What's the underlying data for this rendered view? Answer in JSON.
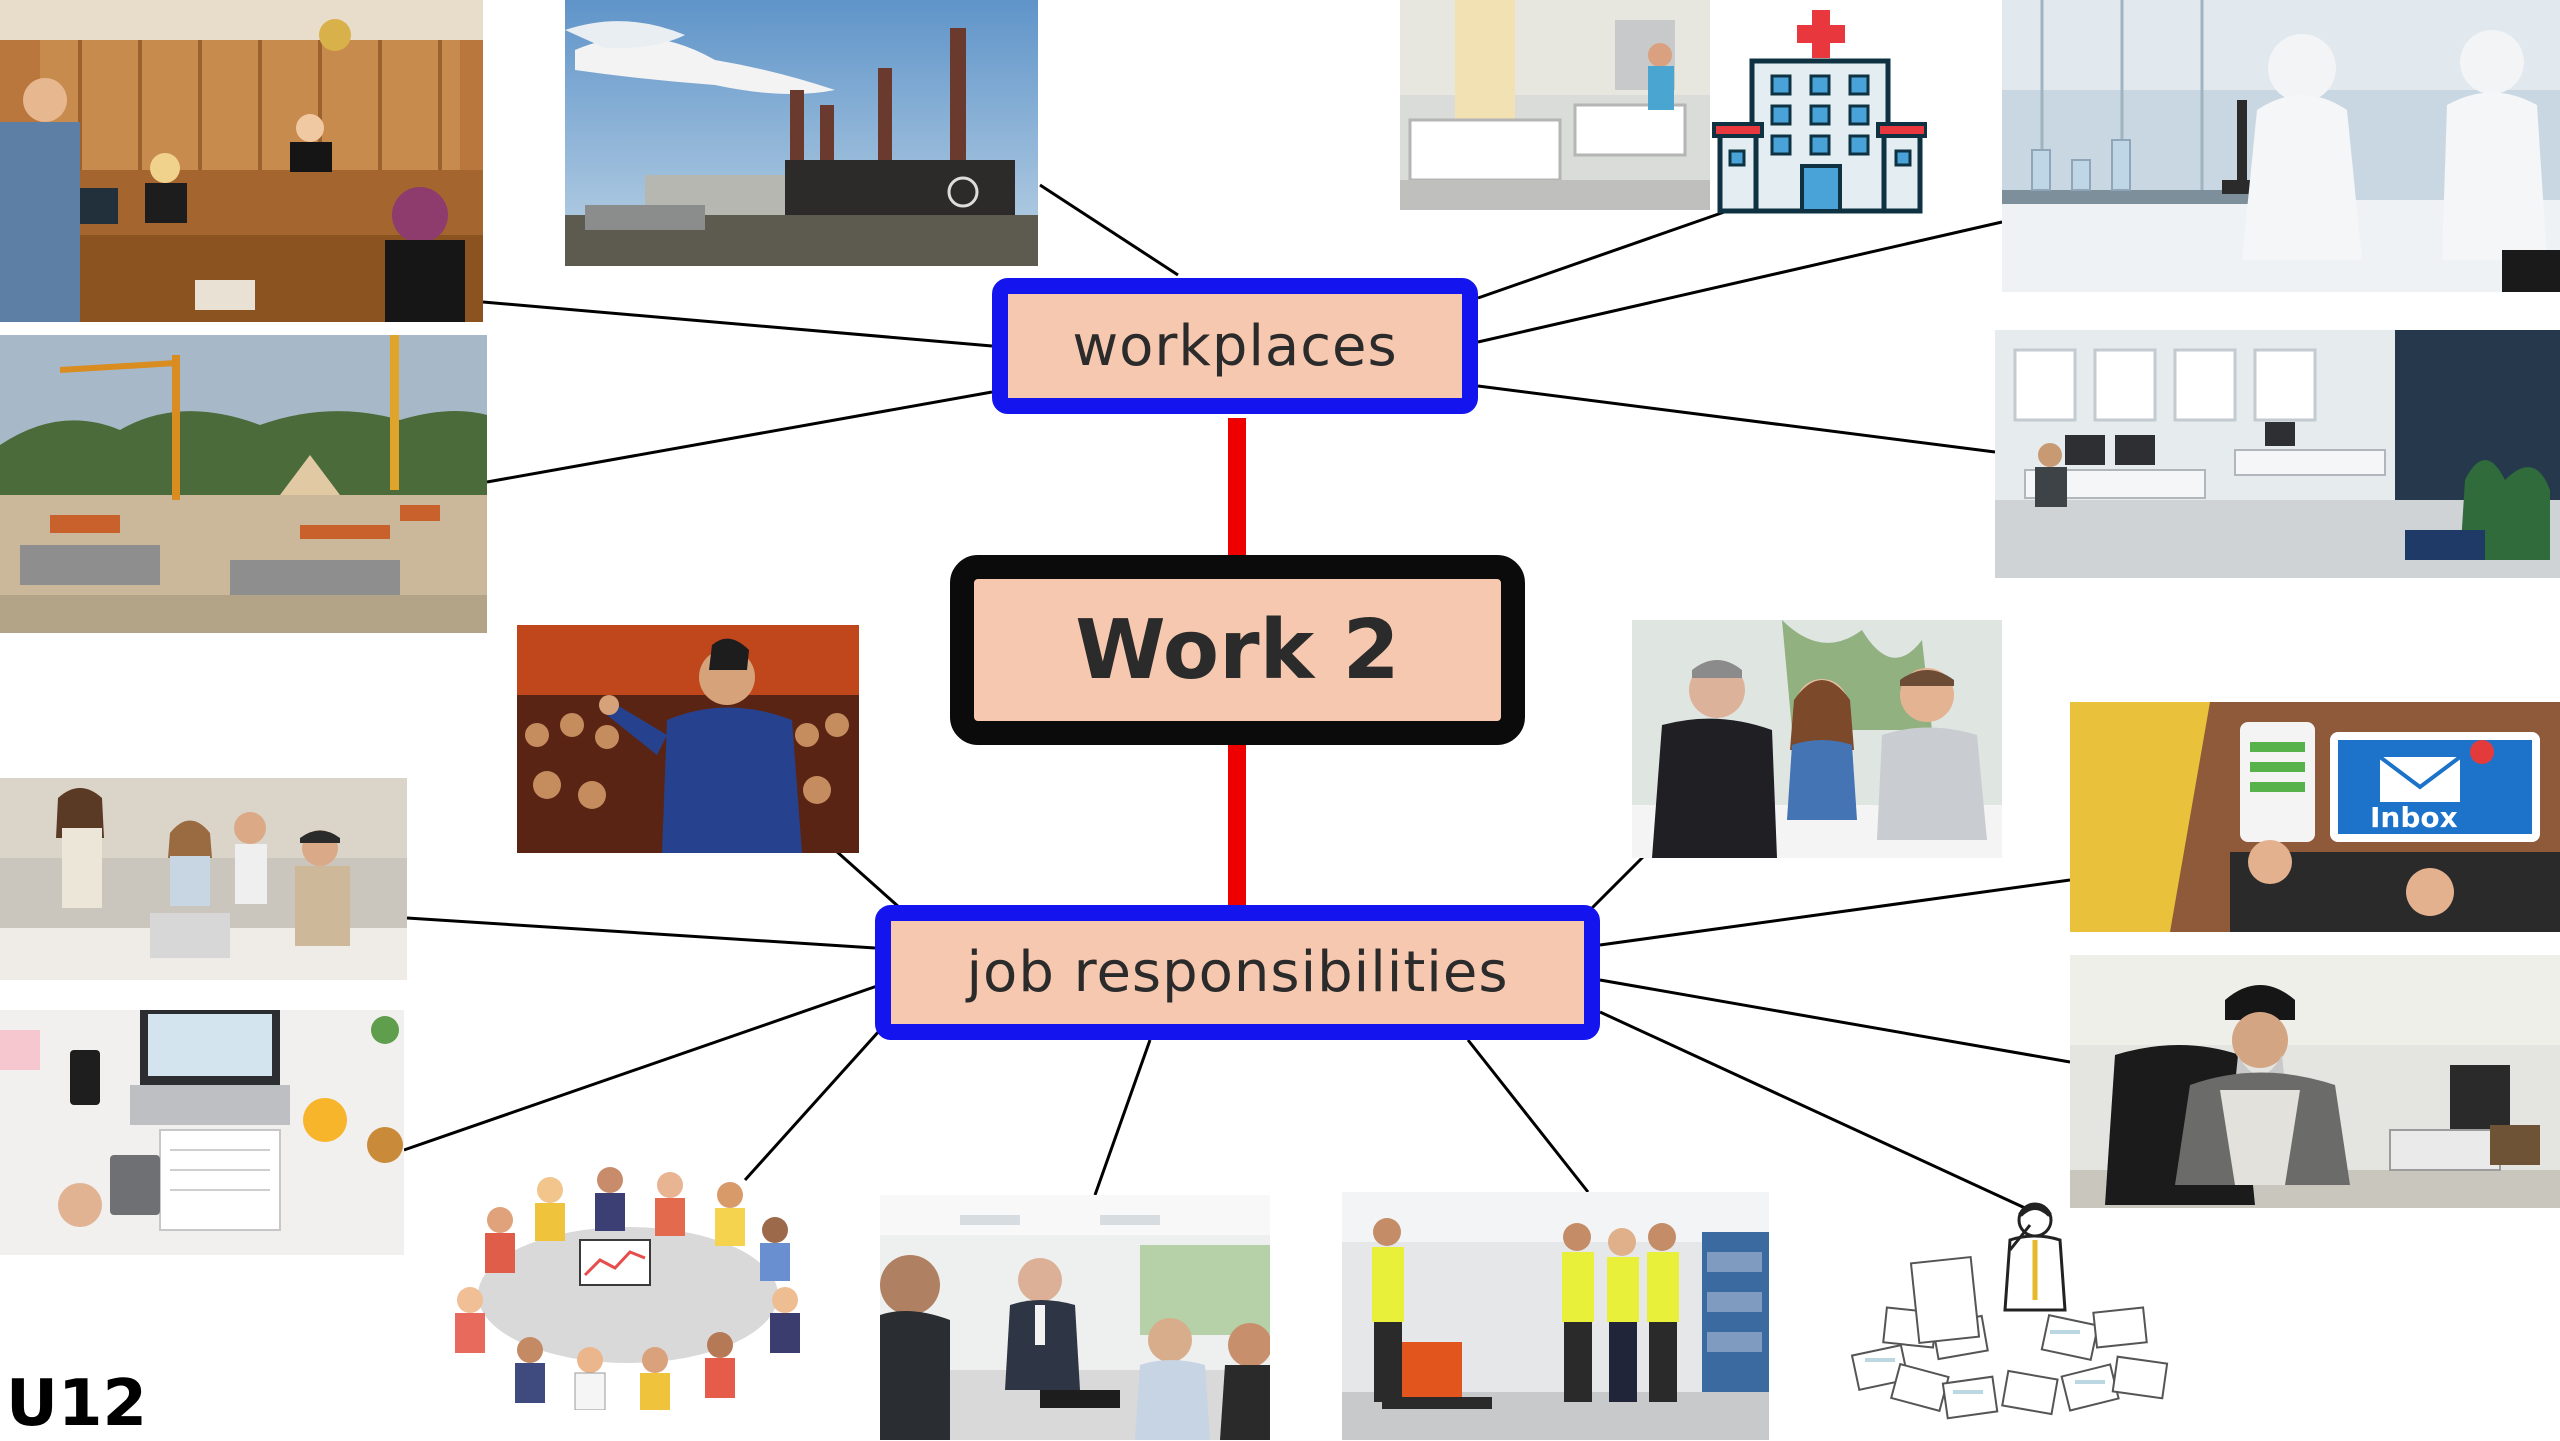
{
  "title": "Work 2",
  "unit_label": "U12",
  "branches": {
    "workplaces": "workplaces",
    "responsibilities": "job responsibilities"
  },
  "photos": {
    "courtroom": "courtroom",
    "power_plant": "power-plant",
    "hospital_ward": "hospital-ward",
    "hospital": "hospital",
    "laboratory": "laboratory",
    "construction_site": "construction-site",
    "open_office": "open-office",
    "presentation": "giving-presentation",
    "meeting_clients": "meeting-clients",
    "teamwork": "teamwork",
    "emails": "answering-emails",
    "accounting": "accounting",
    "phone_call": "phone-call",
    "team_meeting": "team-meeting",
    "managing_staff": "managing-staff",
    "warehouse_supervision": "warehouse-supervision",
    "paperwork": "paperwork"
  },
  "inbox_text": "Inbox",
  "colors": {
    "node_fill": "#f6c8b0",
    "sub_border": "#1414ee",
    "main_border": "#0b0b0b",
    "trunk": "#ee0000",
    "connector": "#000000"
  }
}
